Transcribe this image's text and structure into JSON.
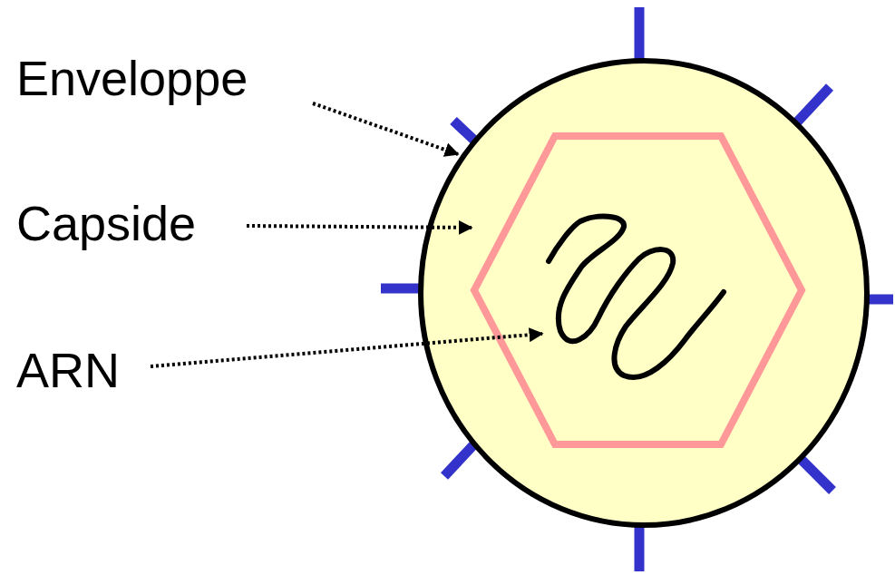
{
  "diagram": {
    "labels": [
      "Enveloppe",
      "Capside",
      "ARN"
    ]
  }
}
